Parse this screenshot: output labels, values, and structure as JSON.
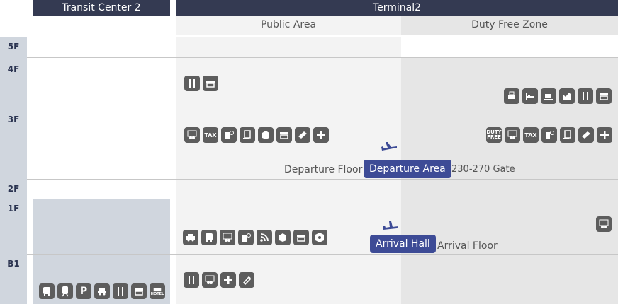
{
  "headers": {
    "transit_center": "Transit Center 2",
    "terminal": "Terminal2"
  },
  "subheaders": {
    "public_area": "Public Area",
    "duty_free": "Duty Free Zone"
  },
  "floors": [
    "5F",
    "4F",
    "3F",
    "2F",
    "1F",
    "B1"
  ],
  "departure": {
    "floor_label": "Departure Floor",
    "area_label": "Departure Area",
    "gate_label": "230-270 Gate"
  },
  "arrival": {
    "hall_label": "Arrival Hall",
    "floor_label": "Arrival Floor"
  },
  "icon_text": {
    "tax": "TAX",
    "parking": "P",
    "hotel": "HOTEL",
    "duty_free_l1": "DUTY",
    "duty_free_l2": "FREE"
  },
  "colors": {
    "header_bg": "#343a52",
    "pill_bg": "#3d4b96",
    "icon_bg": "#5d5d5d"
  }
}
